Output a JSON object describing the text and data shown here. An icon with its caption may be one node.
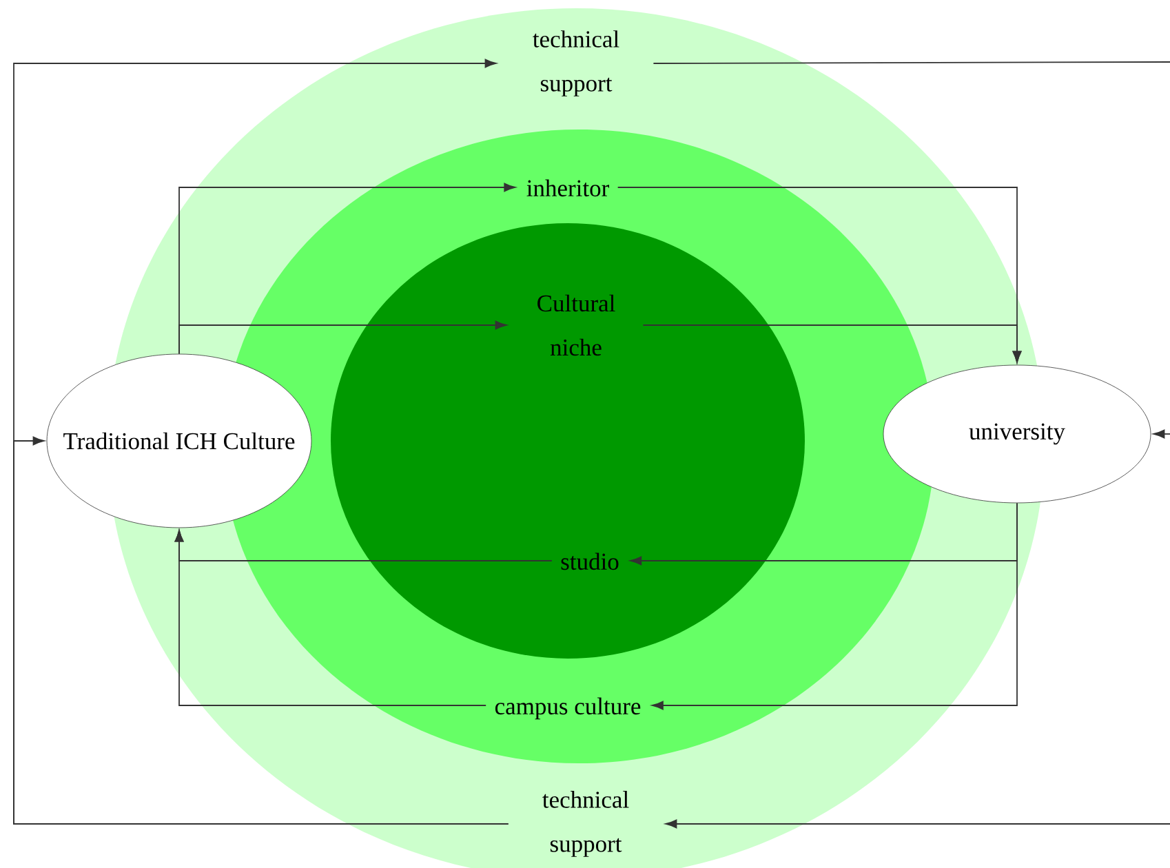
{
  "diagram": {
    "nodes": [
      {
        "text": [
          "technical support"
        ]
      },
      {
        "text": [
          "inheritor"
        ]
      },
      {
        "text": [
          "Cultural niche"
        ]
      },
      {
        "text": [
          "Traditional ICH Culture"
        ]
      },
      {
        "text": [
          "university"
        ]
      },
      {
        "text": [
          "studio"
        ]
      },
      {
        "text": [
          "campus culture"
        ]
      },
      {
        "text": [
          "technical support"
        ]
      }
    ],
    "edges": [
      {
        "from": null,
        "to": 7,
        "arrow": "to"
      },
      {
        "from": 7,
        "to": 3,
        "arrow": "to"
      },
      {
        "from": 7,
        "to": 0,
        "arrow": "to"
      },
      {
        "from": 0,
        "to": null,
        "arrow": "none"
      },
      {
        "from": null,
        "to": 4,
        "arrow": "to"
      },
      {
        "from": 3,
        "to": 1,
        "arrow": "to"
      },
      {
        "from": 1,
        "to": 4,
        "arrow": "to"
      },
      {
        "from": 3,
        "to": 2,
        "arrow": "to"
      },
      {
        "from": 2,
        "to": 4,
        "arrow": "to"
      },
      {
        "from": 4,
        "to": 5,
        "arrow": "to"
      },
      {
        "from": 4,
        "to": 6,
        "arrow": "to"
      },
      {
        "from": 5,
        "to": 3,
        "arrow": "to"
      },
      {
        "from": 6,
        "to": 3,
        "arrow": "to"
      }
    ]
  }
}
